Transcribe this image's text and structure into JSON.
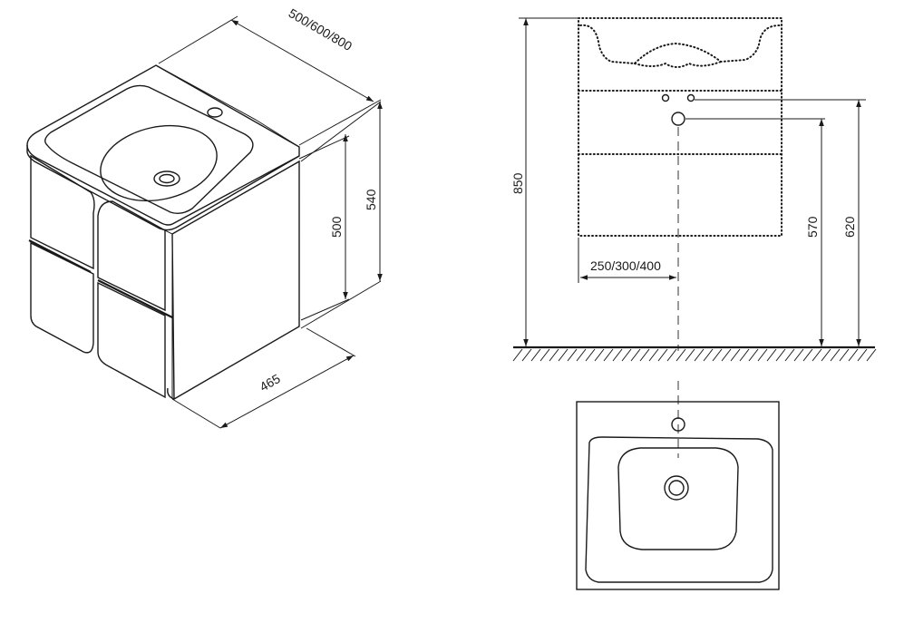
{
  "dimensions": {
    "iso_width": "500/600/800",
    "iso_height_cabinet": "500",
    "iso_height_total": "540",
    "iso_depth": "465",
    "front_total_height": "850",
    "front_drain_height": "570",
    "front_inlet_height": "620",
    "front_offset": "250/300/400"
  }
}
